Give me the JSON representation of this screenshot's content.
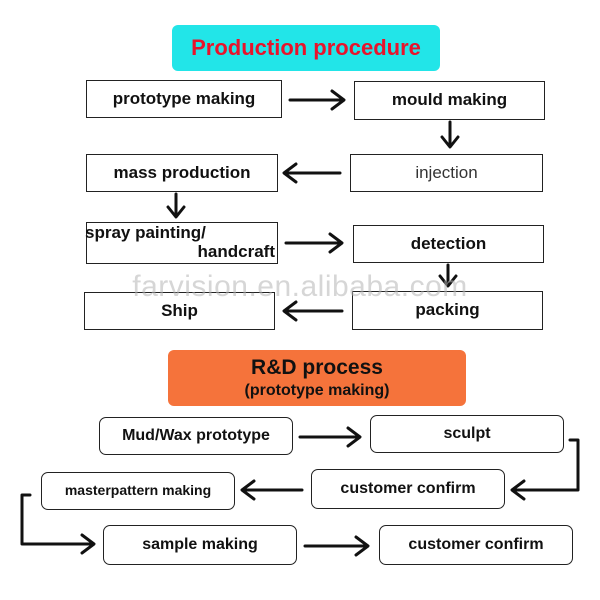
{
  "production": {
    "title": "Production procedure",
    "title_bg": "#22e5e8",
    "title_color": "#e8132b",
    "steps": {
      "prototype": "prototype making",
      "mould": "mould making",
      "mass": "mass production",
      "injection": "injection",
      "spray_line1": "spray painting/",
      "spray_line2": "handcraft",
      "detection": "detection",
      "ship": "Ship",
      "packing": "packing"
    }
  },
  "rd": {
    "title": "R&D process",
    "subtitle": "(prototype making)",
    "title_bg": "#f5733b",
    "title_color": "#111111",
    "steps": {
      "mud": "Mud/Wax prototype",
      "sculpt": "sculpt",
      "master": "masterpattern making",
      "confirm1": "customer confirm",
      "sample": "sample making",
      "confirm2": "customer confirm"
    }
  },
  "watermark": "farvision.en.alibaba.com"
}
